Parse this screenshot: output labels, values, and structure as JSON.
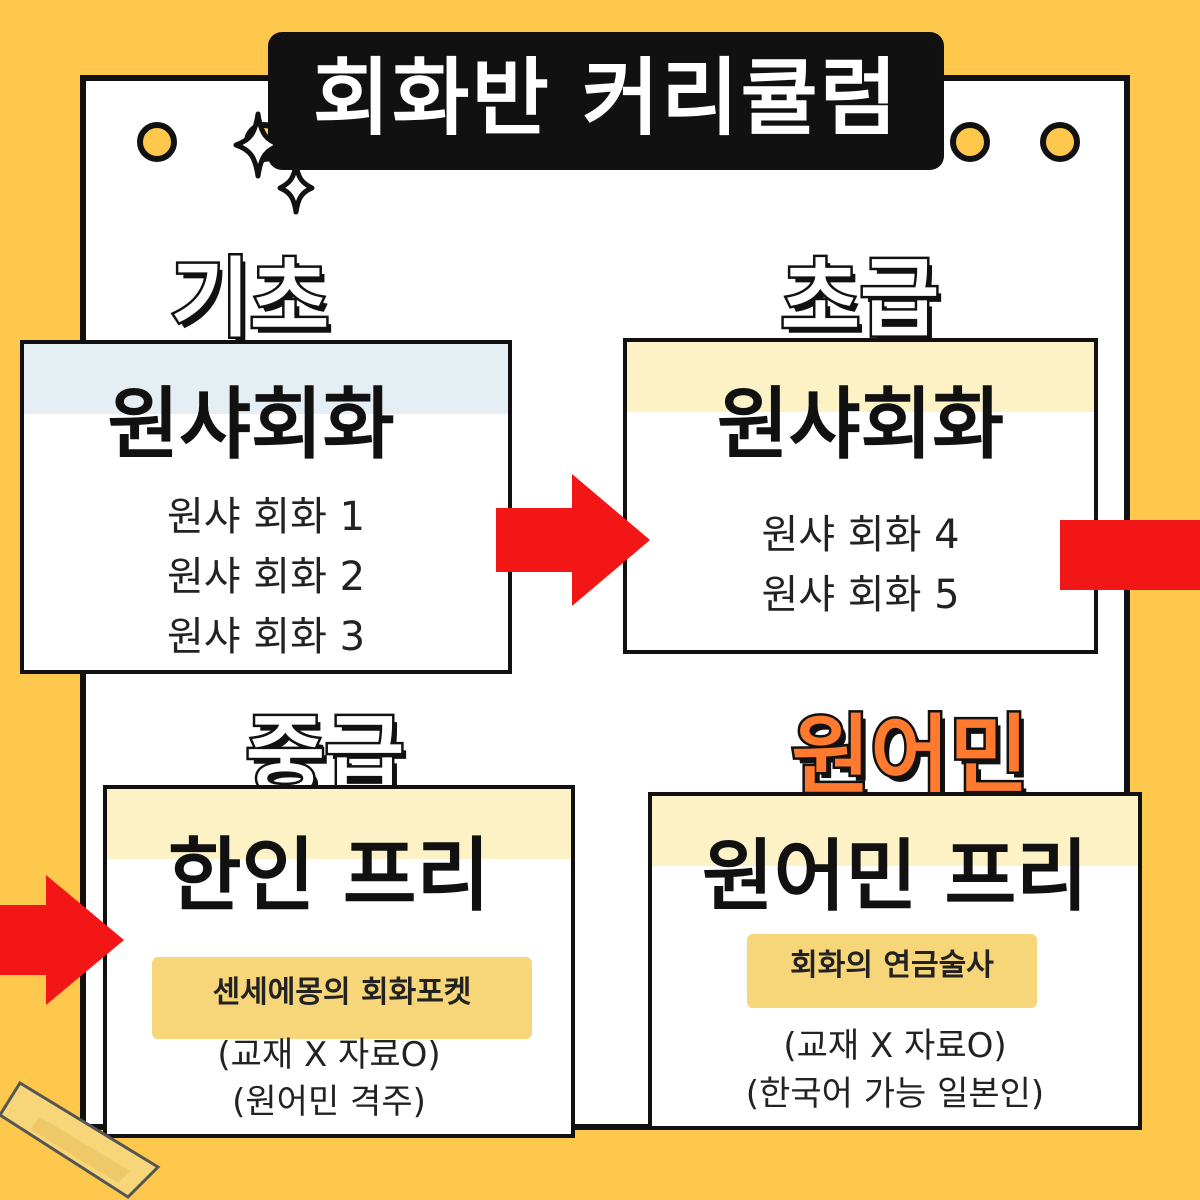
{
  "header": {
    "title": "회화반 커리큘럼"
  },
  "levels": {
    "basic": "기초",
    "beginner": "초급",
    "intermediate": "중급",
    "native": "원어민"
  },
  "cards": {
    "basic": {
      "title": "원샤회화",
      "items": [
        "원샤 회화 1",
        "원샤 회화 2",
        "원샤 회화 3"
      ]
    },
    "beginner": {
      "title": "원샤회화",
      "items": [
        "원샤 회화 4",
        "원샤 회화 5"
      ]
    },
    "intermediate": {
      "title": "한인 프리",
      "tag": "센세에몽의 회화포켓",
      "notes": [
        "(교재 X 자료O)",
        "(원어민 격주)"
      ]
    },
    "native": {
      "title": "원어민 프리",
      "tag": "회화의 연금술사",
      "notes": [
        "(교재 X 자료O)",
        "(한국어 가능 일본인)"
      ]
    }
  },
  "colors": {
    "background": "#FDC84C",
    "arrow": "#F21616",
    "blue_band": "#E4EEF3",
    "yellow_band": "#FCF2C6",
    "native_label": "#FF7A2E"
  }
}
